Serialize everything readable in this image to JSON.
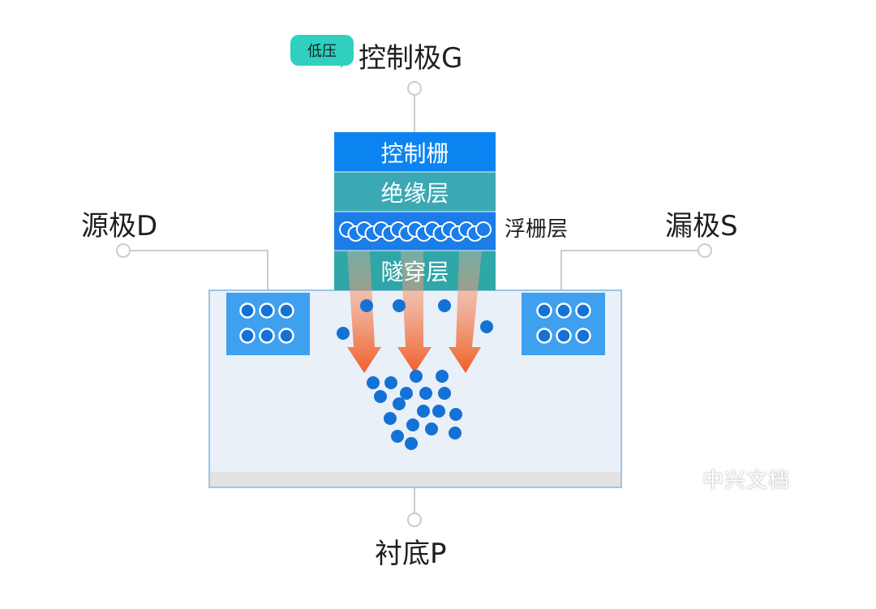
{
  "badge": {
    "text": "低压"
  },
  "terminals": {
    "gate": "控制极G",
    "source": "源极D",
    "drain": "漏极S",
    "substrate": "衬底P"
  },
  "gate_stack": {
    "control_gate": "控制栅",
    "insulator": "绝缘层",
    "floating_gate_side_label": "浮栅层",
    "tunnel": "隧穿层"
  },
  "watermark": "中兴文档",
  "colors": {
    "control_gate": "#0b84f2",
    "insulator": "#3aa9b3",
    "floating_gate": "#1a7de8",
    "tunnel": "#2fa6a8",
    "substrate": "#e9f0f7",
    "substrate_border": "#9cc4e8",
    "substrate_bottom": "#e2e2e2",
    "well": "#3ea0ef",
    "electron": "#1472d6",
    "arrow": "#f0561d",
    "badge": "#2fd0bf",
    "connector": "#c9ccd0"
  }
}
